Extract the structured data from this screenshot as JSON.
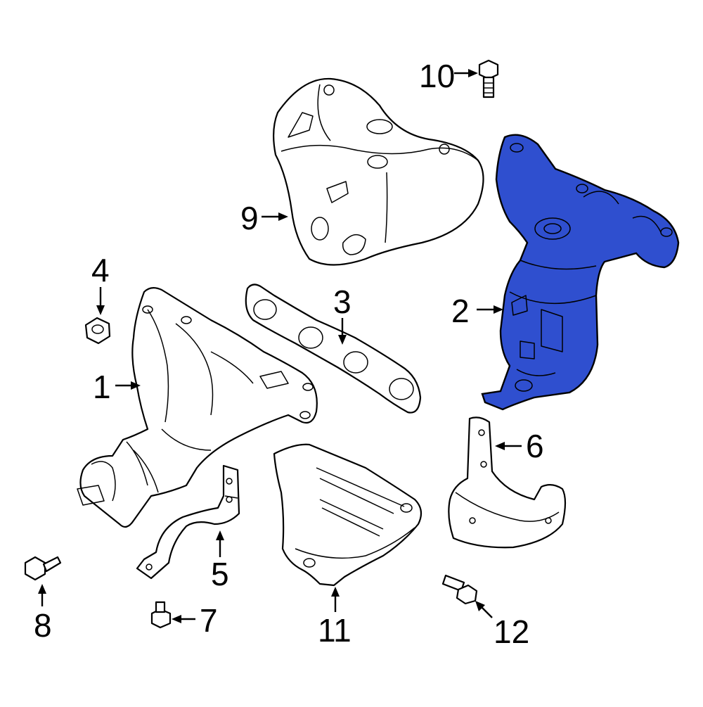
{
  "diagram": {
    "highlight_color": "#2f4fcf",
    "highlighted_part": "2",
    "callouts": [
      {
        "id": "1",
        "label": "1"
      },
      {
        "id": "2",
        "label": "2"
      },
      {
        "id": "3",
        "label": "3"
      },
      {
        "id": "4",
        "label": "4"
      },
      {
        "id": "5",
        "label": "5"
      },
      {
        "id": "6",
        "label": "6"
      },
      {
        "id": "7",
        "label": "7"
      },
      {
        "id": "8",
        "label": "8"
      },
      {
        "id": "9",
        "label": "9"
      },
      {
        "id": "10",
        "label": "10"
      },
      {
        "id": "11",
        "label": "11"
      },
      {
        "id": "12",
        "label": "12"
      }
    ]
  }
}
